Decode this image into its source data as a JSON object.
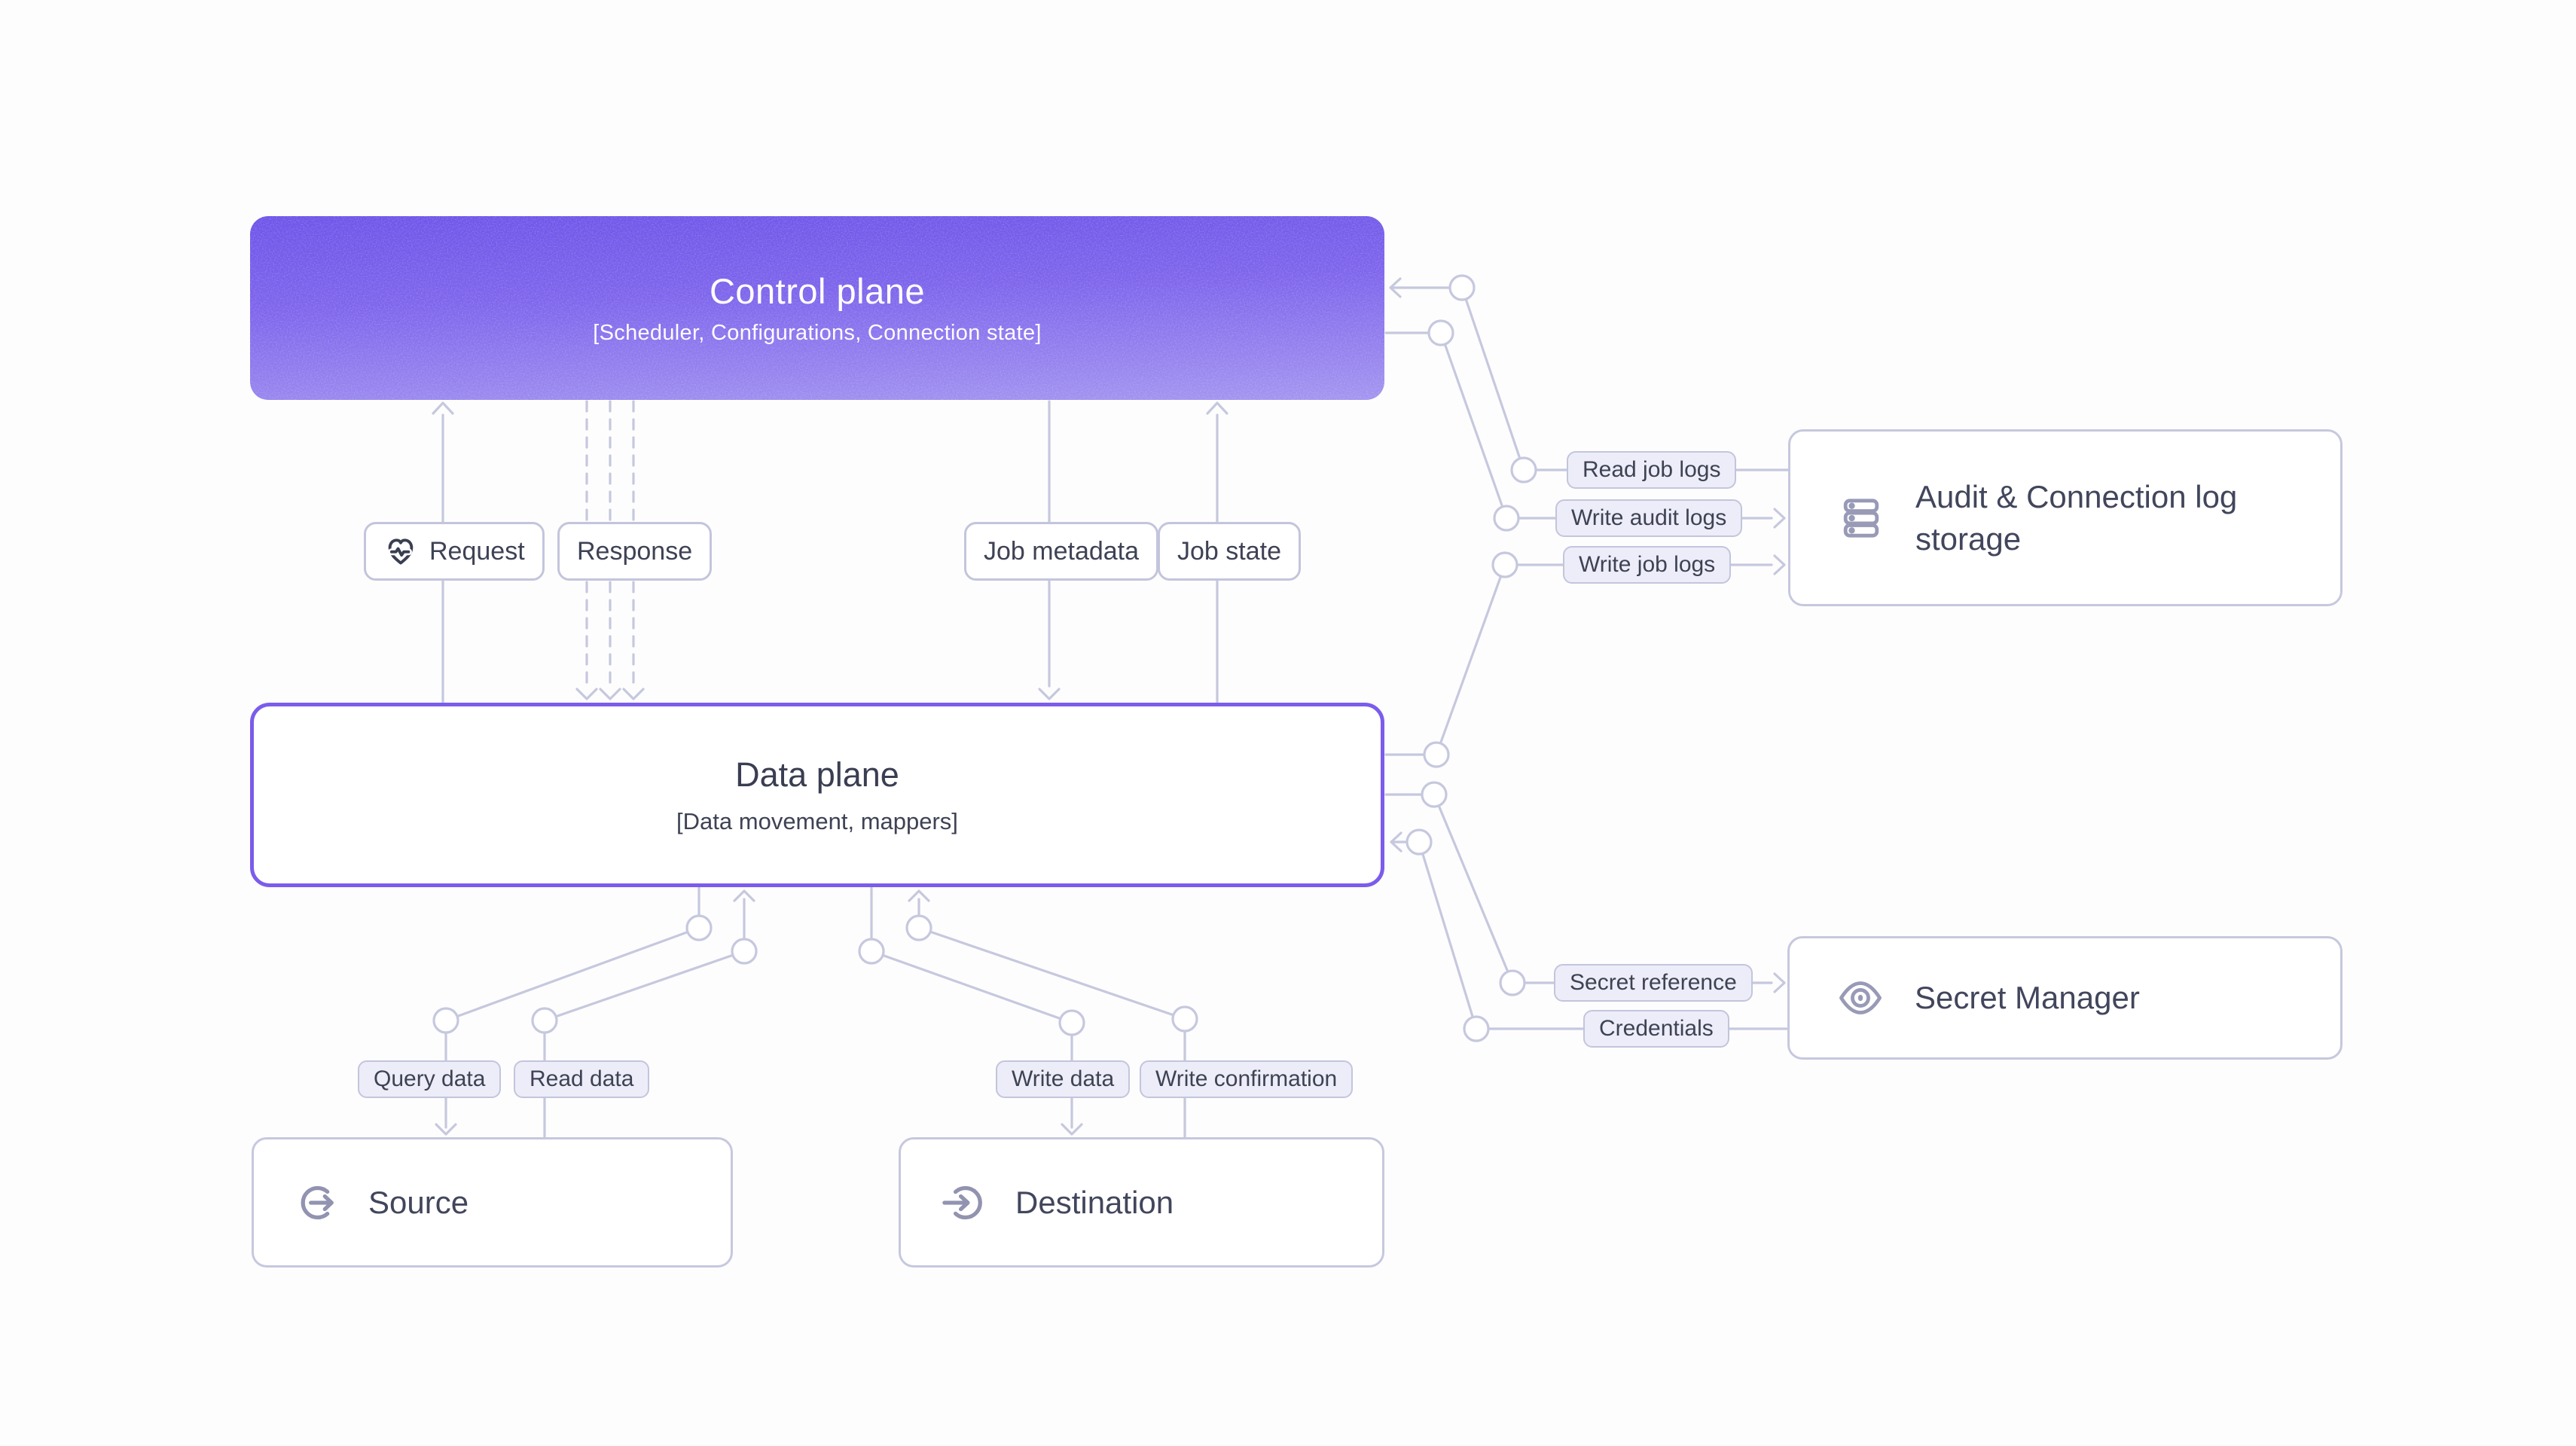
{
  "boxes": {
    "control_plane": {
      "title": "Control plane",
      "subtitle": "[Scheduler, Configurations, Connection state]"
    },
    "data_plane": {
      "title": "Data plane",
      "subtitle": "[Data movement, mappers]"
    },
    "source": {
      "title": "Source"
    },
    "destination": {
      "title": "Destination"
    },
    "audit_log_storage": {
      "title": "Audit & Connection log storage"
    },
    "secret_manager": {
      "title": "Secret Manager"
    }
  },
  "edge_labels": {
    "request": "Request",
    "response": "Response",
    "job_metadata": "Job metadata",
    "job_state": "Job state",
    "read_job_logs": "Read job logs",
    "write_audit_logs": "Write audit logs",
    "write_job_logs": "Write job logs",
    "secret_reference": "Secret reference",
    "credentials": "Credentials",
    "query_data": "Query data",
    "read_data": "Read data",
    "write_data": "Write data",
    "write_confirmation": "Write confirmation"
  },
  "icons": {
    "request": "heart-pulse-icon",
    "source": "logout-arrow-icon",
    "destination": "login-arrow-icon",
    "audit_log_storage": "database-icon",
    "secret_manager": "eye-icon"
  },
  "colors": {
    "background": "#FDFDFD",
    "control_plane_gradient_top": "#6E54E9",
    "control_plane_gradient_bottom": "#A495F0",
    "data_plane_border": "#7B5CEC",
    "connector_line": "#C6C8DE",
    "pill_background": "#ECEDF8",
    "pill_border": "#C3C5DC",
    "text": "#3E4254",
    "icon_gray": "#989AB6"
  }
}
